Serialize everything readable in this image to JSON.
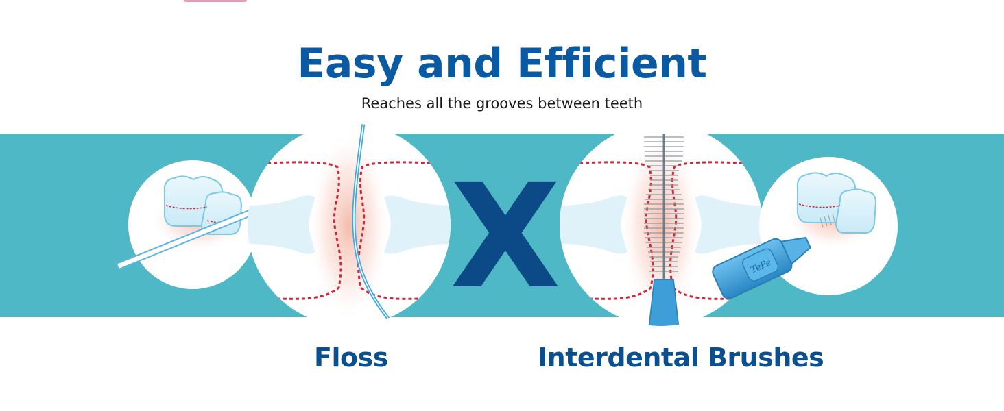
{
  "header": {
    "title": "Easy and Efficient",
    "subtitle": "Reaches all the grooves between teeth"
  },
  "comparison": {
    "left_label": "Floss",
    "divider_symbol": "X",
    "right_label": "Interdental Brushes",
    "brand_mark": "TePe"
  },
  "colors": {
    "title": "#0a5aa3",
    "band": "#4fb8c6",
    "x_mark": "#0b4a86",
    "gum_dotted": "#d3253a",
    "floss_line": "#3aa8e6",
    "brush_handle": "#3e9fd8"
  },
  "icons": {
    "left_small": "floss-teeth-icon",
    "left_large": "floss-closeup-icon",
    "right_large": "brush-closeup-icon",
    "right_small": "brush-teeth-icon"
  }
}
